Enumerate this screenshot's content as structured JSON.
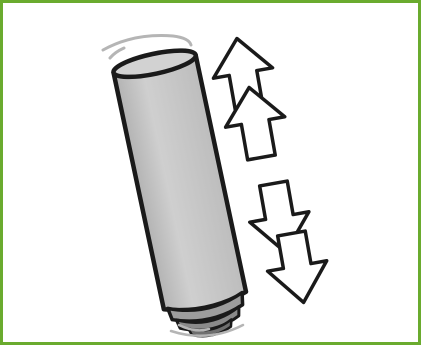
{
  "frame": {
    "border_color": "#6aab2e",
    "background": "#ffffff"
  },
  "illustration": {
    "subject": "cylinder-cartridge-icon",
    "cylinder_fill": "#c8c8c8",
    "outline_color": "#1a1a1a",
    "arrows_up": {
      "count": 2,
      "direction": "up",
      "icon": "arrow-up-icon"
    },
    "arrows_down": {
      "count": 2,
      "direction": "down",
      "icon": "arrow-down-icon"
    }
  }
}
